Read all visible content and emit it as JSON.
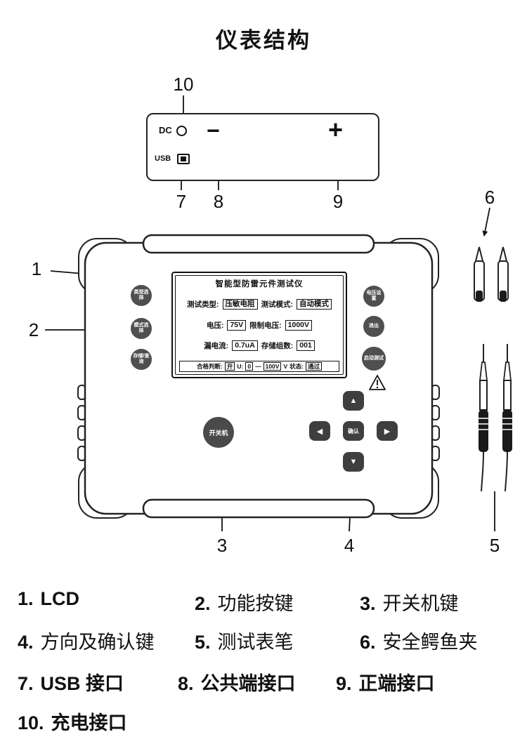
{
  "title": "仪表结构",
  "top_panel": {
    "dc_label": "DC",
    "usb_label": "USB",
    "minus": "−",
    "plus": "+"
  },
  "callouts": {
    "c1": "1",
    "c2": "2",
    "c3": "3",
    "c4": "4",
    "c5": "5",
    "c6": "6",
    "c7": "7",
    "c8": "8",
    "c9": "9",
    "c10": "10"
  },
  "lcd": {
    "title": "智能型防雷元件测试仪",
    "row1": {
      "l1": "测试类型:",
      "v1": "压敏电阻",
      "l2": "测试模式:",
      "v2": "自动模式"
    },
    "row2": {
      "l1": "电压:",
      "v1": "75V",
      "l2": "限制电压:",
      "v2": "1000V"
    },
    "row3": {
      "l1": "漏电流:",
      "v1": "0.7uA",
      "l2": "存储组数:",
      "v2": "001"
    },
    "status": {
      "judge_label": "合格判断:",
      "judge_value": "开",
      "u_label": "U:",
      "u_min": "0",
      "sep": "—",
      "u_max": "100V",
      "unit": "V",
      "state_label": "状态:",
      "state_value": "通过"
    }
  },
  "buttons": {
    "left": [
      "类型选择",
      "模式选择",
      "存储/查询"
    ],
    "right": [
      "电压设置",
      "退出",
      "启动测试"
    ],
    "power": "开关机",
    "confirm": "确认",
    "up": "▲",
    "down": "▼",
    "left_arrow": "◀",
    "right_arrow": "▶"
  },
  "legend": {
    "items": [
      {
        "num": "1.",
        "label": "LCD"
      },
      {
        "num": "2.",
        "label": "功能按键"
      },
      {
        "num": "3.",
        "label": "开关机键"
      },
      {
        "num": "4.",
        "label": "方向及确认键"
      },
      {
        "num": "5.",
        "label": "测试表笔"
      },
      {
        "num": "6.",
        "label": "安全鳄鱼夹"
      },
      {
        "num": "7.",
        "label": "USB 接口"
      },
      {
        "num": "8.",
        "label": "公共端接口"
      },
      {
        "num": "9.",
        "label": "正端接口"
      },
      {
        "num": "10.",
        "label": "充电接口"
      }
    ]
  }
}
